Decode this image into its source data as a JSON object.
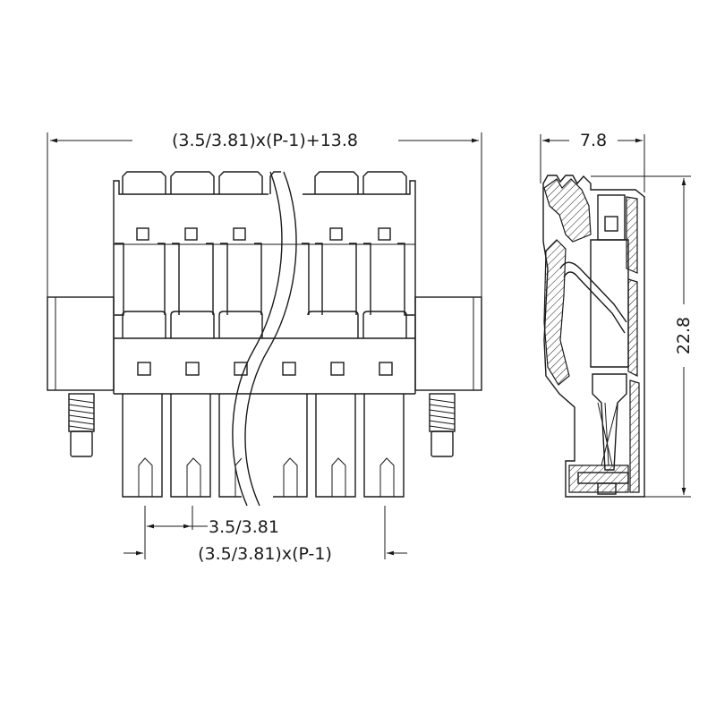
{
  "drawing": {
    "front_view": {
      "overall_width_label": "(3.5/3.81)x(P-1)+13.8",
      "pitch_label": "3.5/3.81",
      "span_label": "(3.5/3.81)x(P-1)"
    },
    "side_view": {
      "depth_label": "7.8",
      "height_label": "22.8"
    }
  }
}
